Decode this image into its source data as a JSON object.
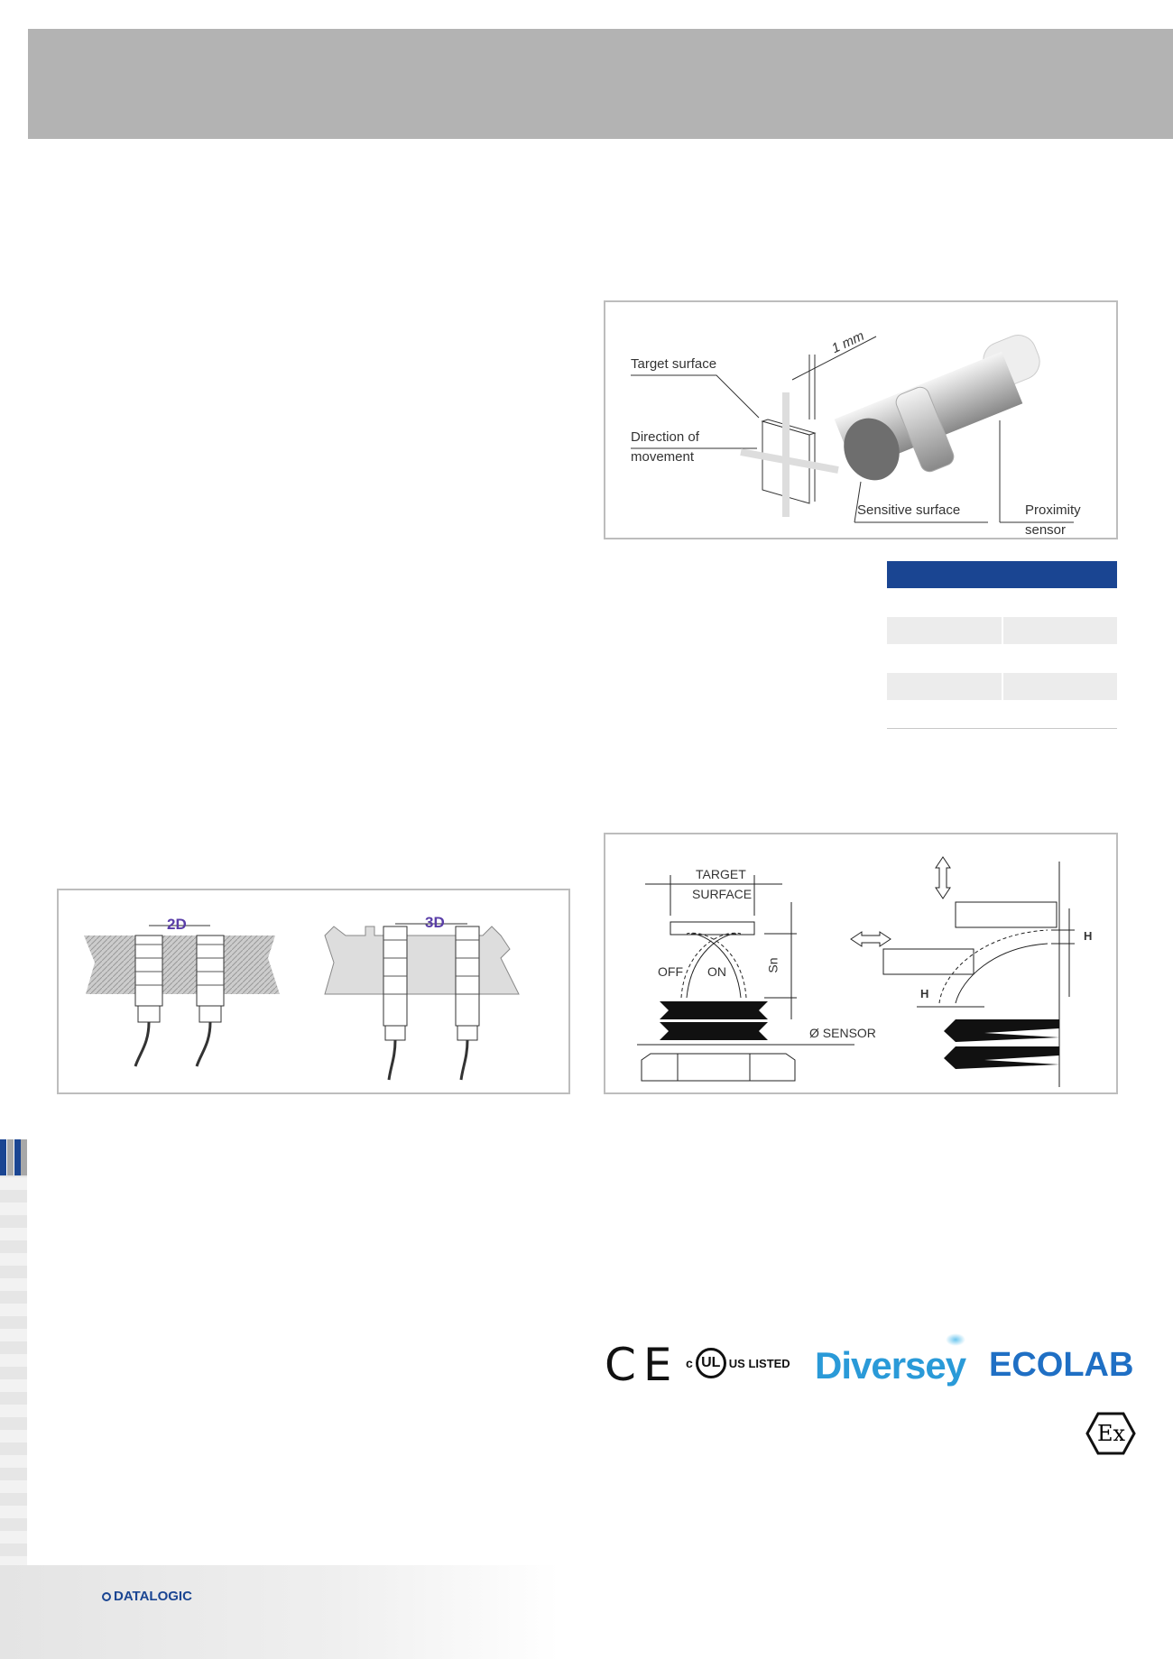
{
  "colors": {
    "header_gray": "#b3b3b3",
    "brand_blue": "#1a4592",
    "row_gray": "#ececec"
  },
  "sensor_diagram": {
    "target_surface": "Target surface",
    "direction_line1": "Direction of",
    "direction_line2": "movement",
    "distance": "1 mm",
    "sensitive_surface": "Sensitive surface",
    "proximity_line1": "Proximity",
    "proximity_line2": "sensor"
  },
  "hysteresis_diagram": {
    "target_line1": "TARGET",
    "target_line2": "SURFACE",
    "off": "OFF",
    "on": "ON",
    "sn": "Sn",
    "sensor_diameter": "Ø SENSOR",
    "h": "H"
  },
  "spacing_diagram": {
    "flush_spacing": "2D",
    "nonflush_spacing": "3D"
  },
  "certifications": {
    "ce": "CE",
    "ul_c": "c",
    "ul": "UL",
    "ul_listed": "US LISTED",
    "diversey": "Diversey",
    "ecolab": "ECOLAB",
    "ex": "Ex"
  },
  "footer": {
    "brand": "DATALOGIC"
  }
}
